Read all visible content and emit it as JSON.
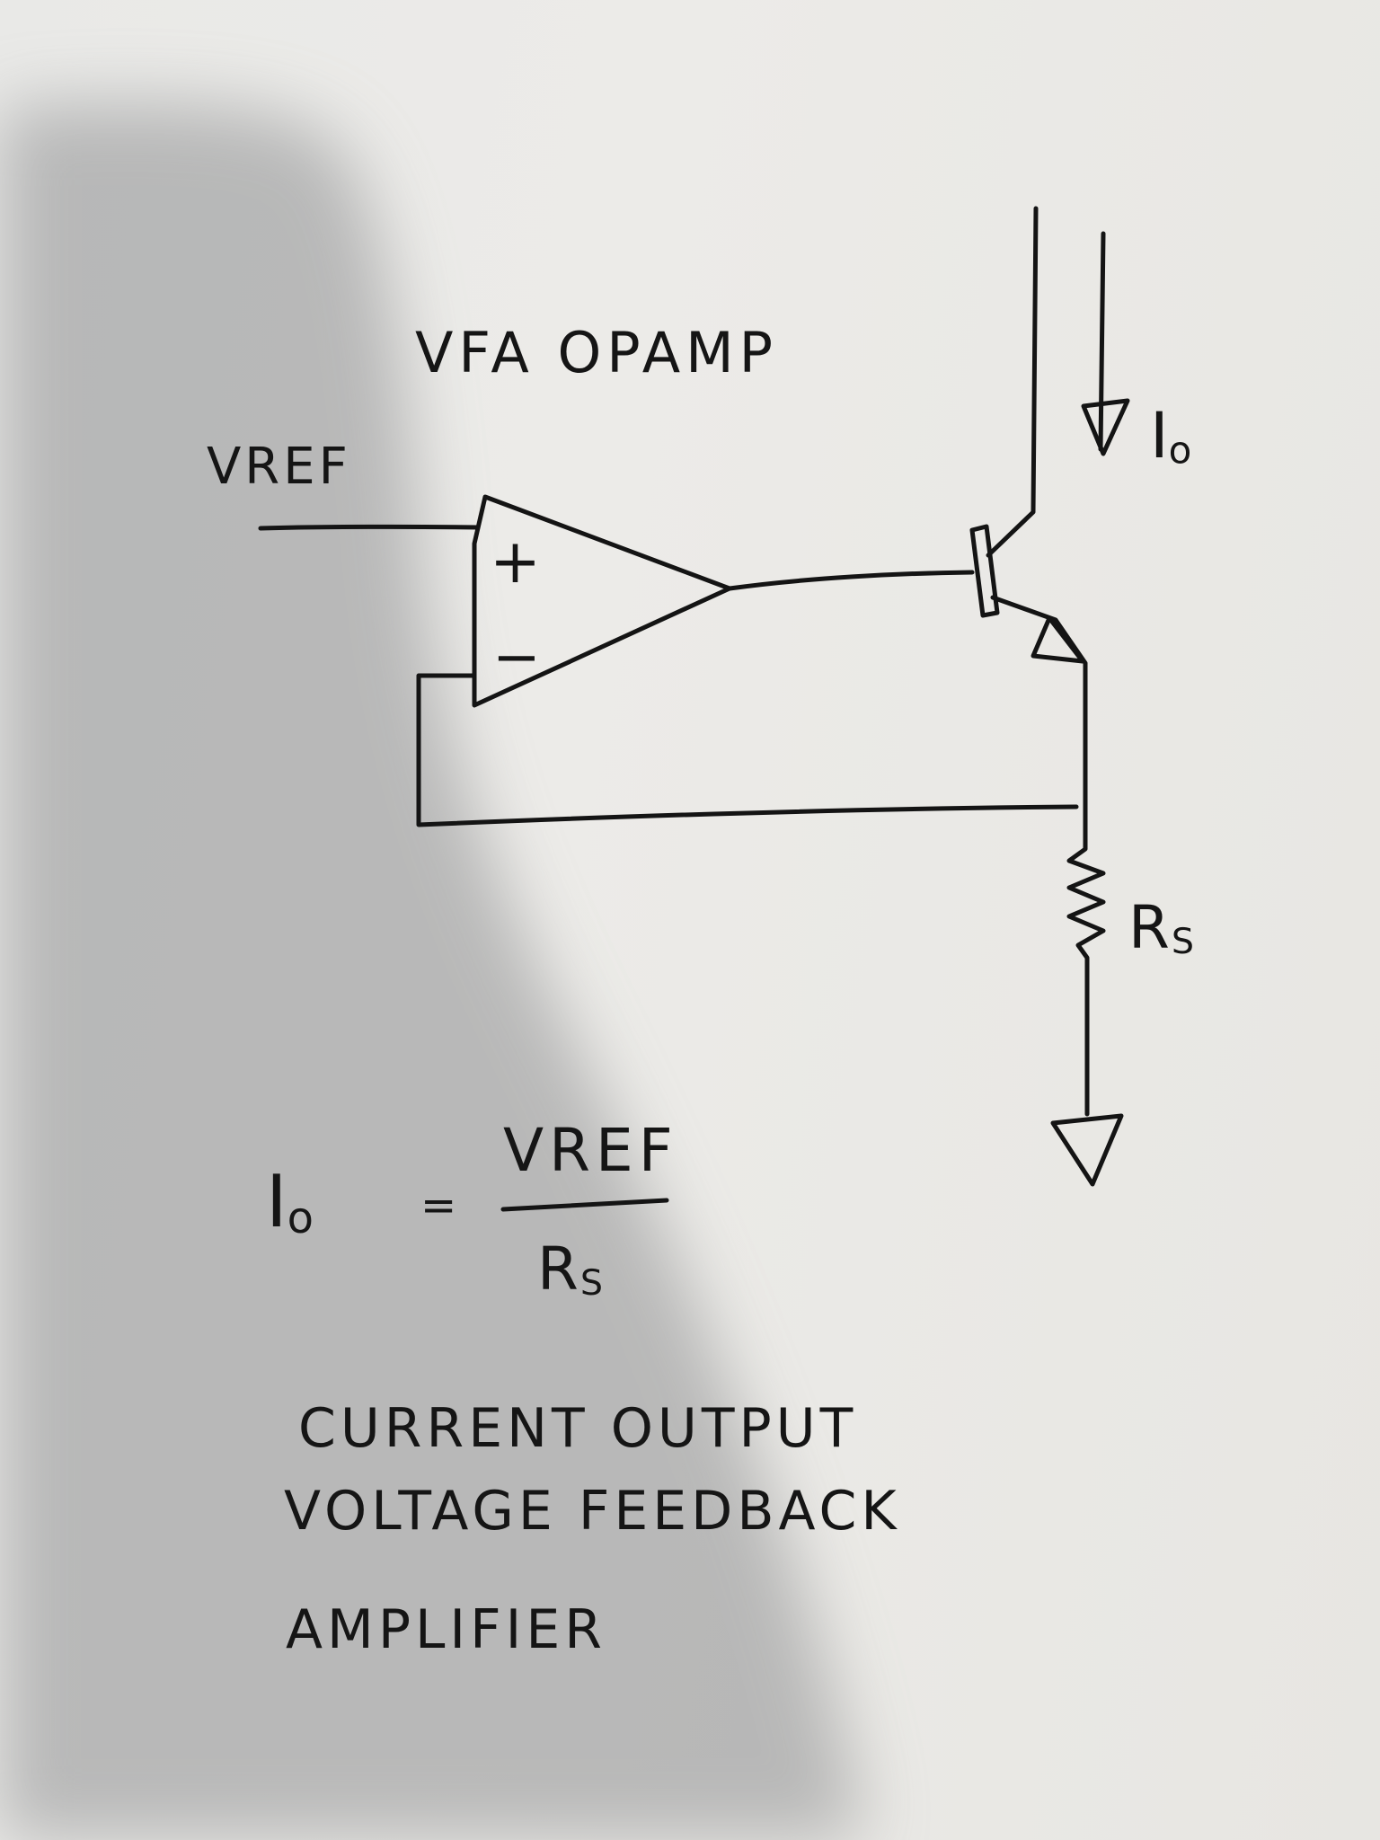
{
  "schematic": {
    "title": "VFA OPAMP",
    "vref_label": "VREF",
    "output_current_label": "I",
    "output_current_sub": "o",
    "resistor_label": "R",
    "resistor_sub": "S",
    "noninverting_sign": "+",
    "inverting_sign": "−"
  },
  "equation": {
    "lhs": "I",
    "lhs_sub": "o",
    "equals": "=",
    "numerator": "VREF",
    "denominator": "R",
    "denominator_sub": "S"
  },
  "caption": {
    "line1": "CURRENT OUTPUT",
    "line2": "VOLTAGE FEEDBACK",
    "line3": "AMPLIFIER"
  },
  "colors": {
    "ink": "#141414",
    "paper": "#ecebe8",
    "shadow": "#8f9092"
  }
}
